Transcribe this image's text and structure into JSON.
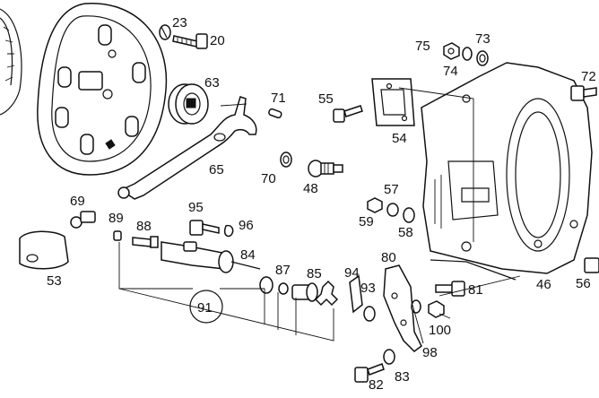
{
  "diagram": {
    "part_numbers": [
      "23",
      "20",
      "63",
      "71",
      "55",
      "54",
      "75",
      "74",
      "73",
      "72",
      "65",
      "70",
      "48",
      "69",
      "95",
      "96",
      "89",
      "88",
      "84",
      "87",
      "85",
      "94",
      "93",
      "57",
      "59",
      "58",
      "80",
      "81",
      "46",
      "56",
      "91",
      "100",
      "98",
      "83",
      "82",
      "53"
    ]
  }
}
